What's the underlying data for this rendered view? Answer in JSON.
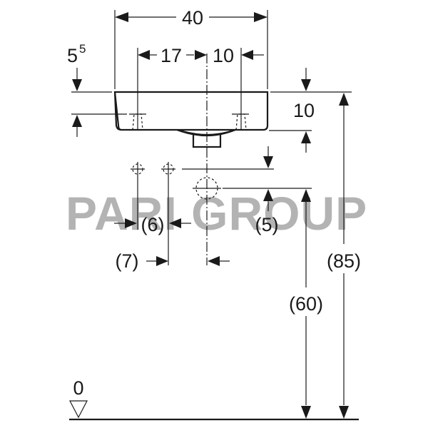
{
  "drawing": {
    "subject": "washbasin dimension drawing",
    "watermark": "PARI GROUP",
    "dimensions": {
      "overall_width": "40",
      "left_tap_to_center": "17",
      "center_to_right_tap": "10",
      "tap_height_base": "5",
      "tap_height_sup": "5",
      "basin_depth": "10",
      "supply_offset_left": "(6)",
      "supply_offset_waste": "(5)",
      "supply_to_center": "(7)",
      "rim_height": "(85)",
      "waste_height": "(60)",
      "floor_level": "0"
    }
  }
}
